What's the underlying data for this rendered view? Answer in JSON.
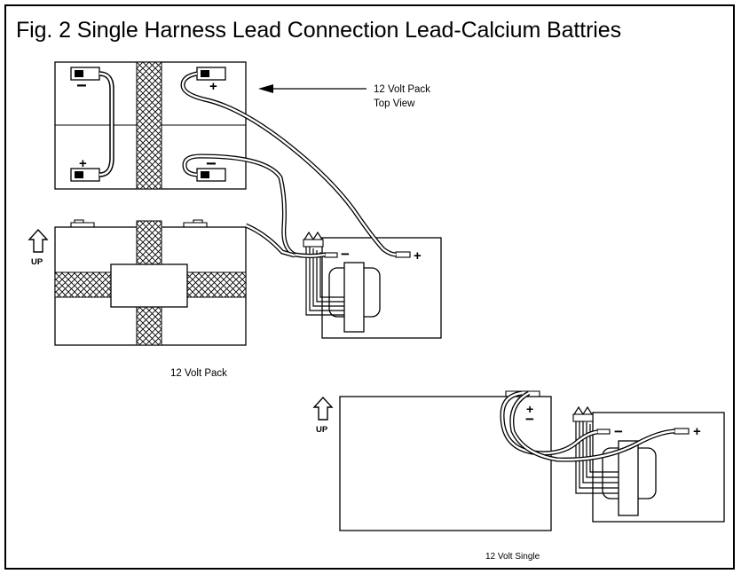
{
  "title": "Fig. 2 Single Harness Lead Connection Lead-Calcium Battries",
  "callouts": {
    "top_view_line1": "12 Volt Pack",
    "top_view_line2": "Top View",
    "pack_label": "12 Volt Pack",
    "single_label": "12 Volt Single"
  },
  "up_labels": [
    "UP",
    "UP"
  ],
  "polarity": {
    "plus": "+",
    "minus": "−"
  }
}
